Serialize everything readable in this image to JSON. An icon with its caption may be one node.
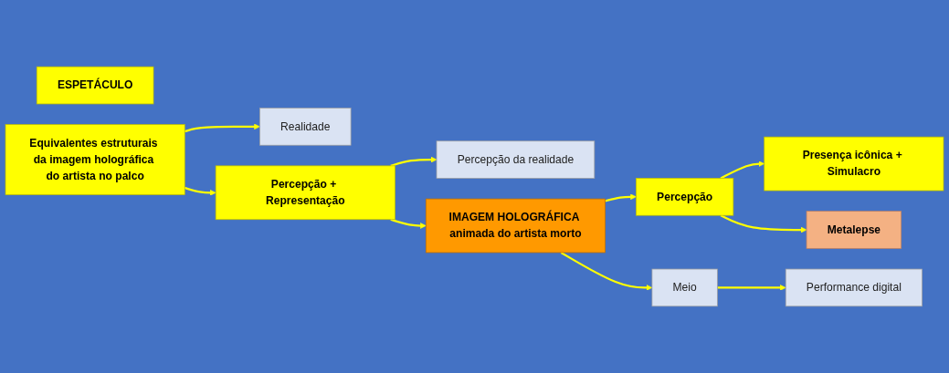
{
  "diagram": {
    "nodes": [
      {
        "text": [
          "ESPETÁCULO"
        ]
      },
      {
        "text": [
          "Equivalentes estruturais da imagem holográfica do artista no palco"
        ]
      },
      {
        "text": [
          "Realidade"
        ]
      },
      {
        "text": [
          "Percepção + Representação"
        ]
      },
      {
        "text": [
          "Percepção da realidade"
        ]
      },
      {
        "text": [
          "IMAGEM HOLOGRÁFICA animada do artista morto"
        ]
      },
      {
        "text": [
          "Meio"
        ]
      },
      {
        "text": [
          "Performance digital"
        ]
      },
      {
        "text": [
          "Percepção"
        ]
      },
      {
        "text": [
          "Metalepse"
        ]
      },
      {
        "text": [
          "Presença icônica + Simulacro"
        ]
      }
    ],
    "edges": [
      {
        "from": 1,
        "to": 3,
        "arrow": "to"
      },
      {
        "from": 3,
        "to": 5,
        "arrow": "to"
      },
      {
        "from": 5,
        "to": 8,
        "arrow": "to"
      },
      {
        "from": 8,
        "to": 10,
        "arrow": "to"
      },
      {
        "from": 1,
        "to": 2,
        "arrow": "to"
      },
      {
        "from": 3,
        "to": 4,
        "arrow": "to"
      },
      {
        "from": 5,
        "to": 6,
        "arrow": "to"
      },
      {
        "from": 6,
        "to": 7,
        "arrow": "to"
      },
      {
        "from": 8,
        "to": 9,
        "arrow": "to"
      }
    ]
  }
}
